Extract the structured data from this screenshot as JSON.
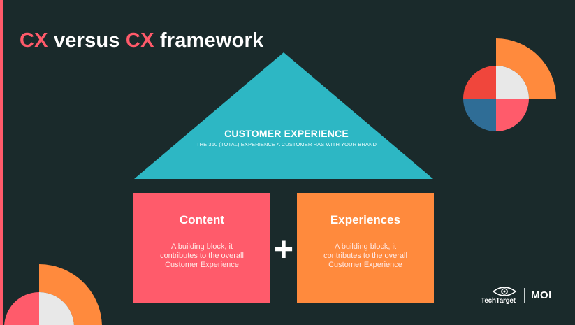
{
  "slide": {
    "title_part1": "CX",
    "title_part2": " versus ",
    "title_part3": "CX",
    "title_part4": " framework"
  },
  "roof": {
    "title": "CUSTOMER EXPERIENCE",
    "subtitle": "THE 360 (TOTAL) EXPERIENCE A CUSTOMER HAS WITH YOUR BRAND"
  },
  "blocks": [
    {
      "title": "Content",
      "description": "A building block, it contributes to the overall Customer Experience"
    },
    {
      "title": "Experiences",
      "description": "A building block, it contributes to the overall Customer Experience"
    }
  ],
  "operator": "+",
  "logos": {
    "techtarget": "TechTarget",
    "moi": "MOI"
  },
  "colors": {
    "background": "#1a2a2b",
    "accent_red": "#ff5a6a",
    "teal": "#2db7c4",
    "orange": "#ff8a3d",
    "coral": "#ff5b6b",
    "blue": "#2f6d96",
    "light_gray": "#e8e8e8",
    "red": "#f0463c"
  }
}
